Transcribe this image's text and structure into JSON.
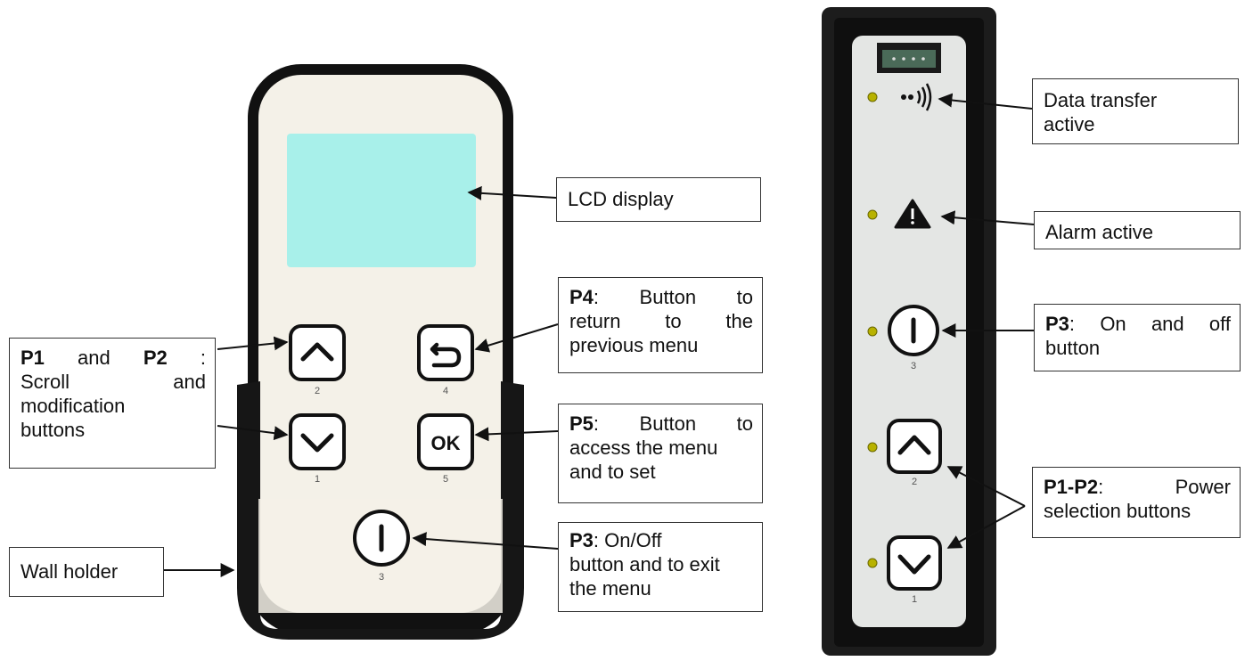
{
  "remote": {
    "buttons": [
      {
        "num": "2"
      },
      {
        "num": "1"
      },
      {
        "num": "4"
      },
      {
        "num": "5",
        "label": "OK"
      },
      {
        "num": "3"
      }
    ]
  },
  "panel": {
    "buttons": [
      {
        "num": "3"
      },
      {
        "num": "2"
      },
      {
        "num": "1"
      }
    ]
  },
  "callouts": {
    "p1p2": {
      "key1": "P1",
      "and": "and",
      "key2": "P2",
      "colon": ":",
      "line2": "Scroll and",
      "line3": "modification",
      "line4": "buttons"
    },
    "wall": {
      "text": "Wall holder"
    },
    "lcd": {
      "text": "LCD display"
    },
    "p4": {
      "key": "P4",
      "line1": ": Button to",
      "line2": "return to the",
      "line3": "previous menu"
    },
    "p5": {
      "key": "P5",
      "line1": ": Button to",
      "line2": "access the menu",
      "line3": "and to set"
    },
    "p3_remote": {
      "key": "P3",
      "line1": ": On/Off",
      "line2": "button and to exit",
      "line3": "the menu"
    },
    "data": {
      "line1": "Data transfer",
      "line2": "active"
    },
    "alarm": {
      "text": "Alarm active"
    },
    "p3_panel": {
      "key": "P3",
      "line1": ": On and off",
      "line2": "button"
    },
    "power": {
      "key": "P1-P2",
      "line1": ": Power",
      "line2": "selection buttons"
    }
  }
}
